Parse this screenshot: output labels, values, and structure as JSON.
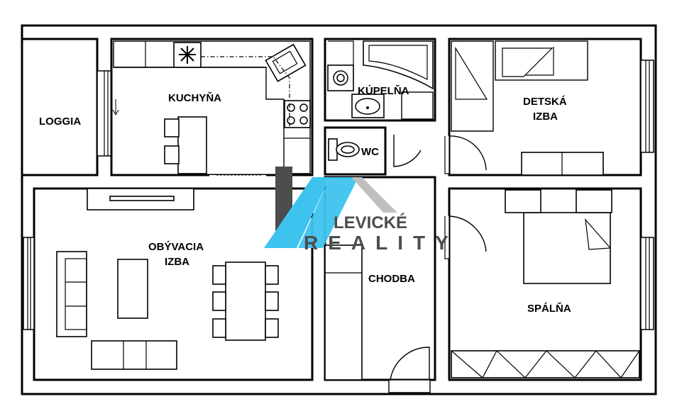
{
  "rooms": {
    "loggia": "LOGGIA",
    "kitchen": "KUCHYŇA",
    "bathroom": "KÚPELŇA",
    "wc": "WC",
    "kids_room_line1": "DETSKÁ",
    "kids_room_line2": "IZBA",
    "living_line1": "OBÝVACIA",
    "living_line2": "IZBA",
    "hallway": "CHODBA",
    "bedroom": "SPÁLŇA"
  },
  "logo": {
    "line1": "LEVICKÉ",
    "line2": "REALITY",
    "colors": {
      "blue": "#3ec3ef",
      "gray": "#4d4d4d",
      "light_gray": "#bfbfbf"
    }
  }
}
